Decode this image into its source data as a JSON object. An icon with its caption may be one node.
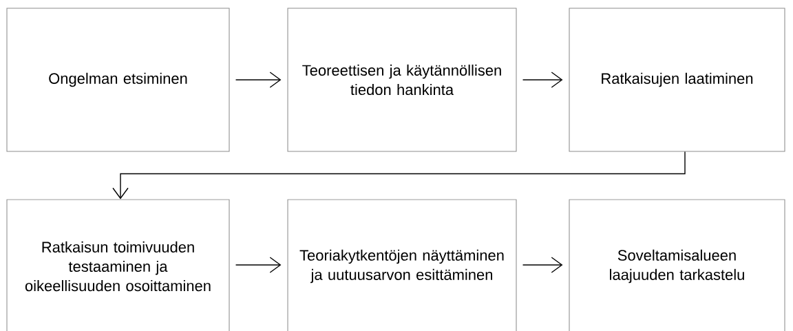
{
  "diagram": {
    "nodes": [
      {
        "text": [
          "Ongelman etsiminen"
        ]
      },
      {
        "text": [
          "Teoreettisen ja käytännöllisen tiedon hankinta"
        ]
      },
      {
        "text": [
          "Ratkaisujen laatiminen"
        ]
      },
      {
        "text": [
          "Ratkaisun toimivuuden testaaminen ja oikeellisuuden osoittaminen"
        ]
      },
      {
        "text": [
          "Teoriakytkentöjen näyttäminen ja uutuusarvon esittäminen"
        ]
      },
      {
        "text": [
          "Soveltamisalueen laajuuden tarkastelu"
        ]
      }
    ],
    "edges": [
      {
        "from": 0,
        "to": 1,
        "arrow": "to"
      },
      {
        "from": 1,
        "to": 2,
        "arrow": "to"
      },
      {
        "from": 2,
        "to": 3,
        "arrow": "to"
      },
      {
        "from": 3,
        "to": 4,
        "arrow": "to"
      },
      {
        "from": 4,
        "to": 5,
        "arrow": "to"
      }
    ]
  }
}
